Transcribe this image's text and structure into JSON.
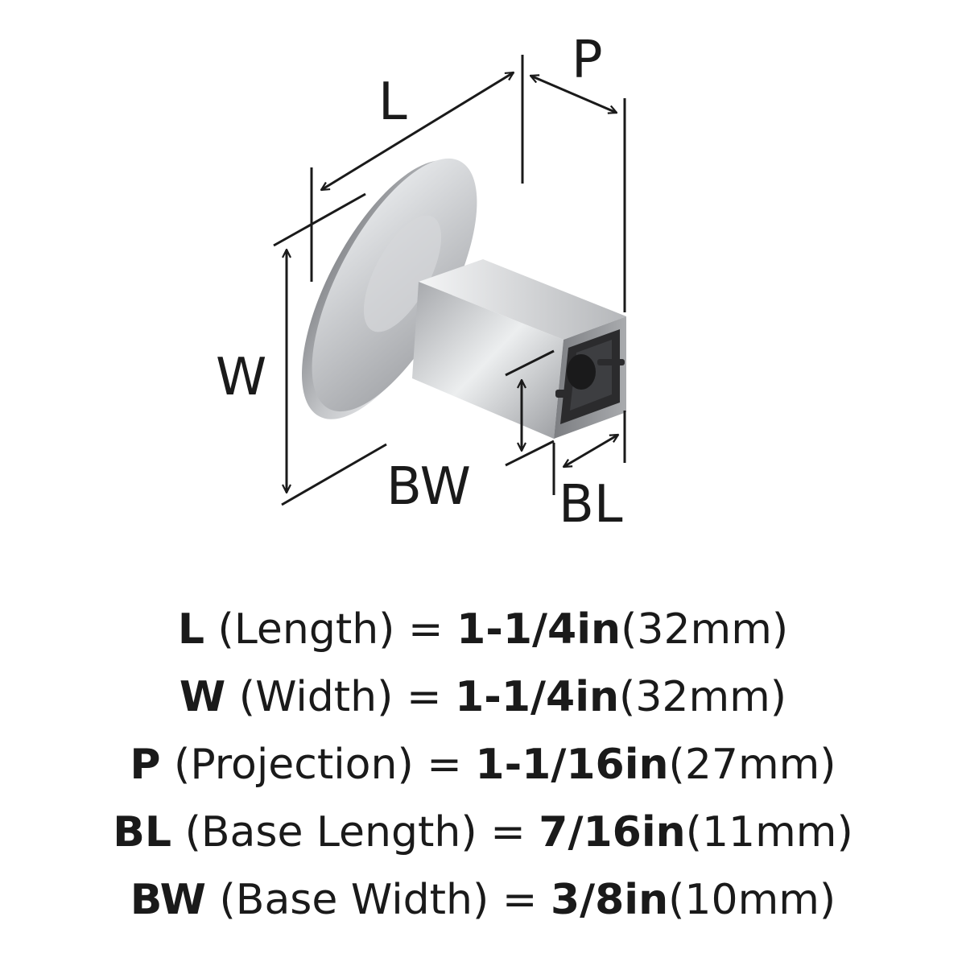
{
  "diagram": {
    "labels": {
      "L": "L",
      "P": "P",
      "W": "W",
      "BW": "BW",
      "BL": "BL"
    },
    "colors": {
      "metal_light": "#e6e7e9",
      "metal_mid": "#b9bbbe",
      "metal_dark": "#8d8f93",
      "insert": "#2b2b2d",
      "line": "#1a1a1a"
    }
  },
  "specs": [
    {
      "code": "L",
      "desc": "(Length)",
      "eq": "=",
      "imperial": "1-1/4in",
      "metric": "(32mm)"
    },
    {
      "code": "W",
      "desc": "(Width)",
      "eq": "=",
      "imperial": "1-1/4in",
      "metric": "(32mm)"
    },
    {
      "code": "P",
      "desc": "(Projection)",
      "eq": "=",
      "imperial": "1-1/16in",
      "metric": "(27mm)"
    },
    {
      "code": "BL",
      "desc": "(Base Length)",
      "eq": "=",
      "imperial": "7/16in",
      "metric": "(11mm)"
    },
    {
      "code": "BW",
      "desc": "(Base Width)",
      "eq": "=",
      "imperial": "3/8in",
      "metric": "(10mm)"
    }
  ]
}
